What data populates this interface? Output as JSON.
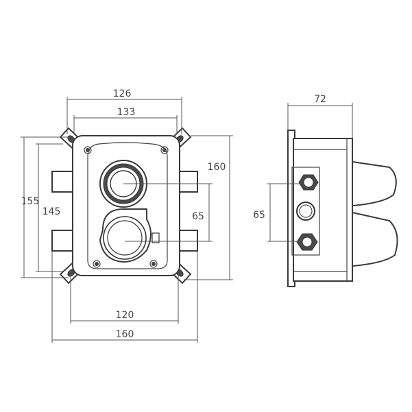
{
  "dimensions": {
    "front_top_outer": "126",
    "front_top_inner": "133",
    "front_left_outer": "155",
    "front_left_inner": "145",
    "front_right_height": "160",
    "front_inlet_spacing": "65",
    "front_bottom_inner": "120",
    "front_bottom_outer": "160",
    "side_depth": "72",
    "side_port_spacing": "65"
  }
}
